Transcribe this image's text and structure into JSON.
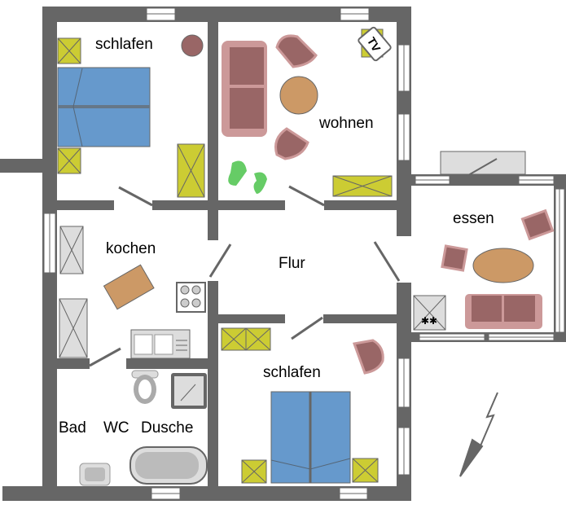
{
  "rooms": {
    "schlafen_top": "schlafen",
    "wohnen": "wohnen",
    "kochen": "kochen",
    "flur": "Flur",
    "essen": "essen",
    "schlafen_bottom": "schlafen",
    "bad": "Bad",
    "wc": "WC",
    "dusche": "Dusche"
  },
  "tv_label": "TV",
  "colors": {
    "wall": "#666666",
    "bed": "#6699cc",
    "cabinet": "#cccc33",
    "sofa": "#996666",
    "sofa_edge": "#cc9999",
    "table": "#cc9966",
    "plant": "#66cc66",
    "fixture": "#dddddd"
  }
}
